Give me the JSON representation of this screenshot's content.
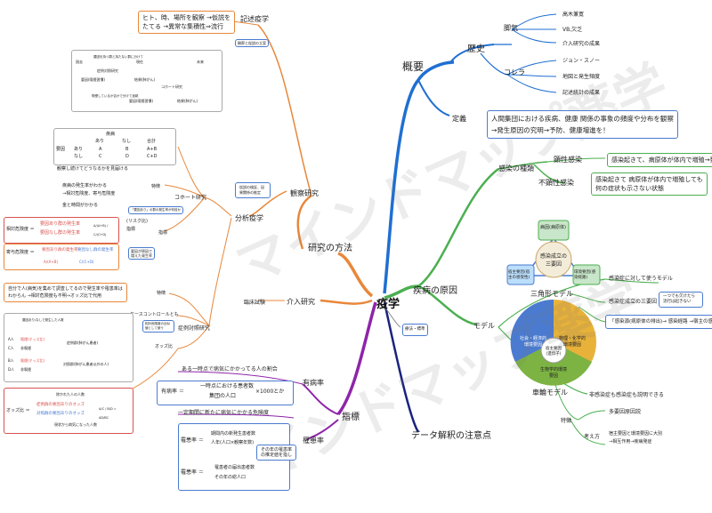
{
  "center": "疫学",
  "watermark": "マインドマップ薬学",
  "branches": {
    "gairon": {
      "title": "概要",
      "rekishi": {
        "title": "歴史",
        "kakke": {
          "title": "脚気",
          "items": [
            "高木兼寛",
            "VB,欠乏",
            "介入研究の成果"
          ]
        },
        "cholera": {
          "title": "コレラ",
          "items": [
            "ジョン・スノー",
            "地図と発生頻度",
            "記述統計の成果"
          ]
        }
      },
      "teigi": {
        "title": "定義",
        "text1": "人間集団における疾病、健康 関係の事象の頻度や分布を観察",
        "text2": "→発生原因の究明→予防、健康増進を！"
      }
    },
    "genin": {
      "title": "疾病の原因",
      "shurui": {
        "title": "感染の種類",
        "kenseikansen": {
          "title": "顕性感染",
          "text": "感染起きて、病原体が体内で増殖→発病"
        },
        "fukenseikansen": {
          "title": "不顕性感染",
          "text1": "感染起きて 病原体が体内で増殖しても",
          "text2": "何の症状も示さない状態"
        }
      },
      "model": {
        "title": "モデル",
        "triangle": {
          "caption": "三角形モデル",
          "top": "病因(病原体)",
          "left": "宿主要因(宿主の感受性)",
          "right": "環境要因(感染経路)",
          "middle": "感染成立の三要因"
        },
        "triangle_notes": {
          "n1": "感染症に対して使うモデル",
          "n2": "感染症成立の三要因",
          "n3": "「感染源(病原体の排出)→ 感染経路 →宿主の感受性」",
          "n4": "一つでも欠けたら流行は起きない"
        },
        "wheel": {
          "caption": "車輪モデル",
          "seg1": "社会・経済的環境要因",
          "seg2": "物理・化学的環境要因",
          "seg3": "生物学的環境要因",
          "core": "宿主要因(遺伝子)"
        },
        "wheel_notes": {
          "n1": "非感染症も感染症も説明できる",
          "tokucho": "特徴",
          "n2": "多要因原因説",
          "kangaekata": "考え方",
          "n3": "宿主要因と環境要因に大別",
          "n4": "→相互作用→疾病発症"
        }
      }
    },
    "data": {
      "title": "データ解釈の注意点"
    },
    "shihyo": {
      "title": "指標",
      "yubyo": {
        "title": "有病率",
        "def": "ある一時点で病気にかかってる人の割合",
        "formula_label": "有病率 ＝",
        "numerator": "一時点における患者数",
        "denominator": "集団の人口",
        "factor": "×1000とか"
      },
      "rikan": {
        "title": "罹患率",
        "def": "一定期間に新たに病気にかかる危険度",
        "f1_label": "罹患率 ＝",
        "f1_num": "期間内の新発生患者数",
        "f1_den": "人年(人口×観察年数)",
        "f1_note": "その年の罹患率",
        "f1_note2": "の推定値を指し",
        "f2_label": "罹患率 ＝",
        "f2_num": "罹患者の届出患者数",
        "f2_den": "その年の総人口"
      }
    },
    "hoho": {
      "title": "研究の方法",
      "kansatsu": {
        "title": "観察研究",
        "kijutsu": {
          "title": "記述疫学",
          "text1": "ヒト、時、場所を観察 →仮説を",
          "text2": "たてる →異常な集積性⇒流行",
          "note": "観察と仮説の立案"
        },
        "diagram_labels": {
          "top_box": "要因を持つ群と持たない群に分けて",
          "l1": "過去",
          "l2": "現在",
          "l3": "未来",
          "mid_box": "症例対照研究",
          "factor_box": "要因(喫煙習慣)",
          "result_box": "結果(肺がん)",
          "cohort_box": "コホート研究",
          "bottom_box": "喫煙しているか否かで分けて追跡",
          "factor_box2": "要因(喫煙習慣)",
          "result_box2": "結果(肺がん)"
        },
        "bunseki": {
          "title": "分析疫学",
          "note": "仮説の検証、因果関係の推定"
        },
        "table": {
          "col_title": "疾病",
          "cols": [
            "",
            "",
            "あり",
            "なし",
            "合計"
          ],
          "rows": [
            [
              "要因",
              "あり",
              "A",
              "B",
              "A+B"
            ],
            [
              "",
              "なし",
              "C",
              "D",
              "C+D"
            ]
          ]
        },
        "cohort": {
          "title": "コホート研究",
          "tokucho": "特徴",
          "t1": "観察し続けてどうなるかを見届ける",
          "t2": "疾病の発生率がわかる",
          "t3": "→相対危険度、寄与危険度",
          "t4": "金と時間がかかる",
          "shihyo": "指標",
          "rr_label": "相対危険度 ＝",
          "rr_num": "要因あり群の発生率",
          "rr_den": "要因なし群の発生率",
          "rr_simp": "A/(A+B) / C/(C+D)",
          "rr_note": "(リスク比)",
          "rr_box": "「要因あり」の群の発生率が何倍か",
          "ar_label": "寄与危険度 ＝",
          "ar_a": "要因あり群の発生率",
          "ar_b": "要因なし群の発生率",
          "ar_box": "要因が原因で増えた発生率",
          "ar_simp1": "A/(A+B)",
          "ar_simp2": "C/(C+D)"
        },
        "case": {
          "title": "症例対照研究",
          "tokucho": "特徴",
          "t1": "自分で人(病気)を集めて調査してるので発生率や罹患率は",
          "t2": "わからん →相対危険度も不明→オッズ比で代用",
          "cc": "ケースコントロールとも",
          "odds_title": "オッズ比",
          "odds_note": "相対危険度の近似値として使う",
          "legend_top": "要因あり/なしで発生した人数",
          "rowA": "A人",
          "rowC": "C人",
          "rowB": "B人",
          "rowD": "D人",
          "rowA_label": "喫煙(オッズ比)",
          "rowC_label": "非喫煙",
          "rowB_label": "喫煙(オッズ比)",
          "rowD_label": "非喫煙",
          "case_box": "症例群(肺がん患者)",
          "ctrl_box": "対照群(肺がん患者以外の人)",
          "or_label": "オッズ比 ＝",
          "or_num": "症例群の要因ありのオッズ",
          "or_den": "対照群の要因ありのオッズ",
          "or_simp": "A/C / B/D = AD/BC",
          "or_top": "除かれた人の人数",
          "or_bot": "現状から病気になった人数"
        }
      },
      "kainyu": {
        "title": "介入研究",
        "sub": "臨床試験"
      }
    },
    "kikenn": {
      "note": "療法・標準"
    }
  }
}
